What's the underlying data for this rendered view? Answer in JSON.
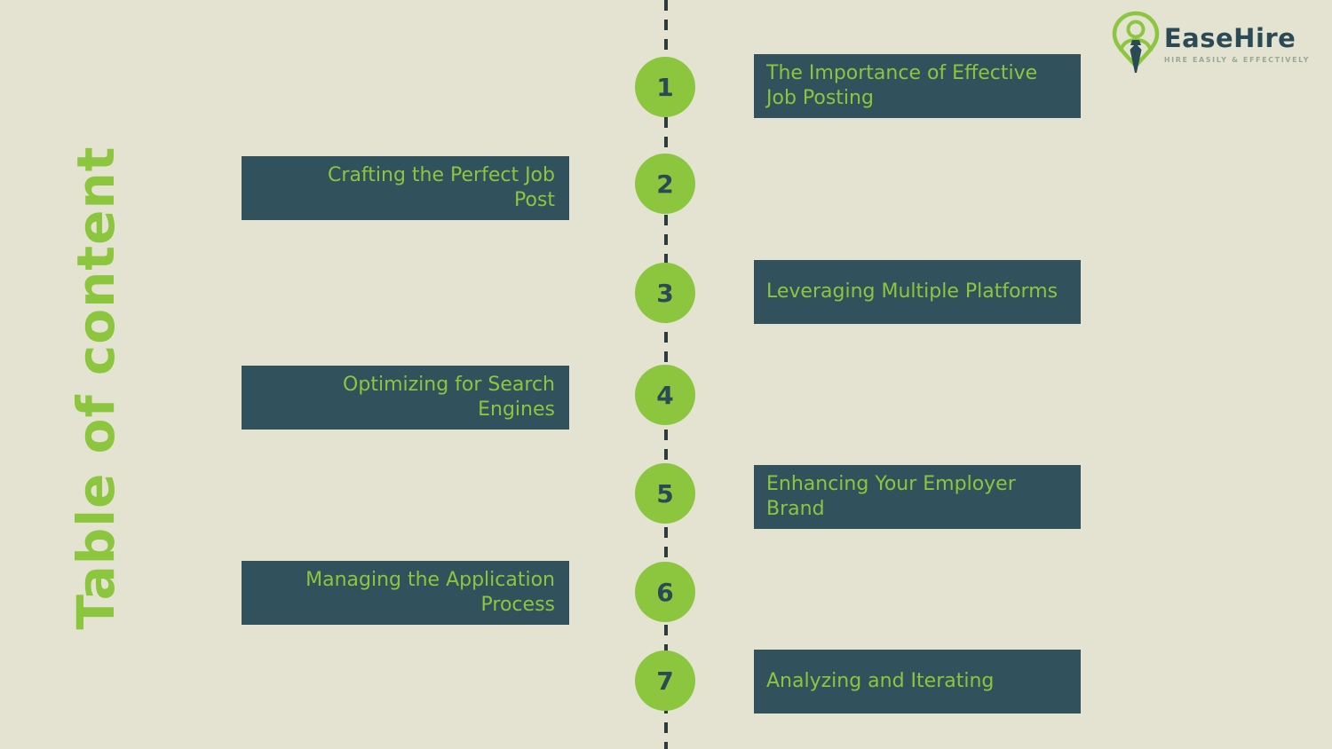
{
  "page": {
    "title_vertical": "Table of content"
  },
  "brand": {
    "name": "EaseHire",
    "tagline": "HIRE EASILY & EFFECTIVELY",
    "logo_icon": "person-pin-icon"
  },
  "colors": {
    "background": "#e4e3d2",
    "accent_green": "#8cc63e",
    "box_teal": "#31525c",
    "number_text": "#2b4a55",
    "dash": "#2e3b3e"
  },
  "items": [
    {
      "number": "1",
      "label": "The Importance of Effective\nJob Posting",
      "side": "right"
    },
    {
      "number": "2",
      "label": "Crafting the Perfect Job\nPost",
      "side": "left"
    },
    {
      "number": "3",
      "label": "Leveraging Multiple Platforms",
      "side": "right"
    },
    {
      "number": "4",
      "label": "Optimizing for Search\nEngines",
      "side": "left"
    },
    {
      "number": "5",
      "label": "Enhancing Your Employer\nBrand",
      "side": "right"
    },
    {
      "number": "6",
      "label": "Managing the Application\nProcess",
      "side": "left"
    },
    {
      "number": "7",
      "label": "Analyzing and Iterating",
      "side": "right"
    }
  ]
}
